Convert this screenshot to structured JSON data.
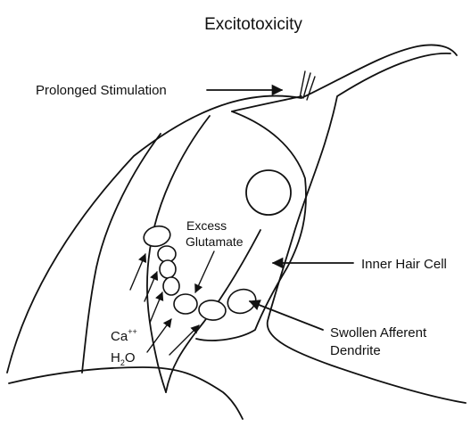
{
  "title": "Excitotoxicity",
  "labels": {
    "prolonged_stimulation": "Prolonged Stimulation",
    "excess_line1": "Excess",
    "excess_line2": "Glutamate",
    "inner_hair_cell": "Inner Hair Cell",
    "swollen_line1": "Swollen Afferent",
    "swollen_line2": "Dendrite",
    "calcium_symbol": "Ca",
    "calcium_charge": "++",
    "water_h": "H",
    "water_sub": "2",
    "water_o": "O"
  }
}
